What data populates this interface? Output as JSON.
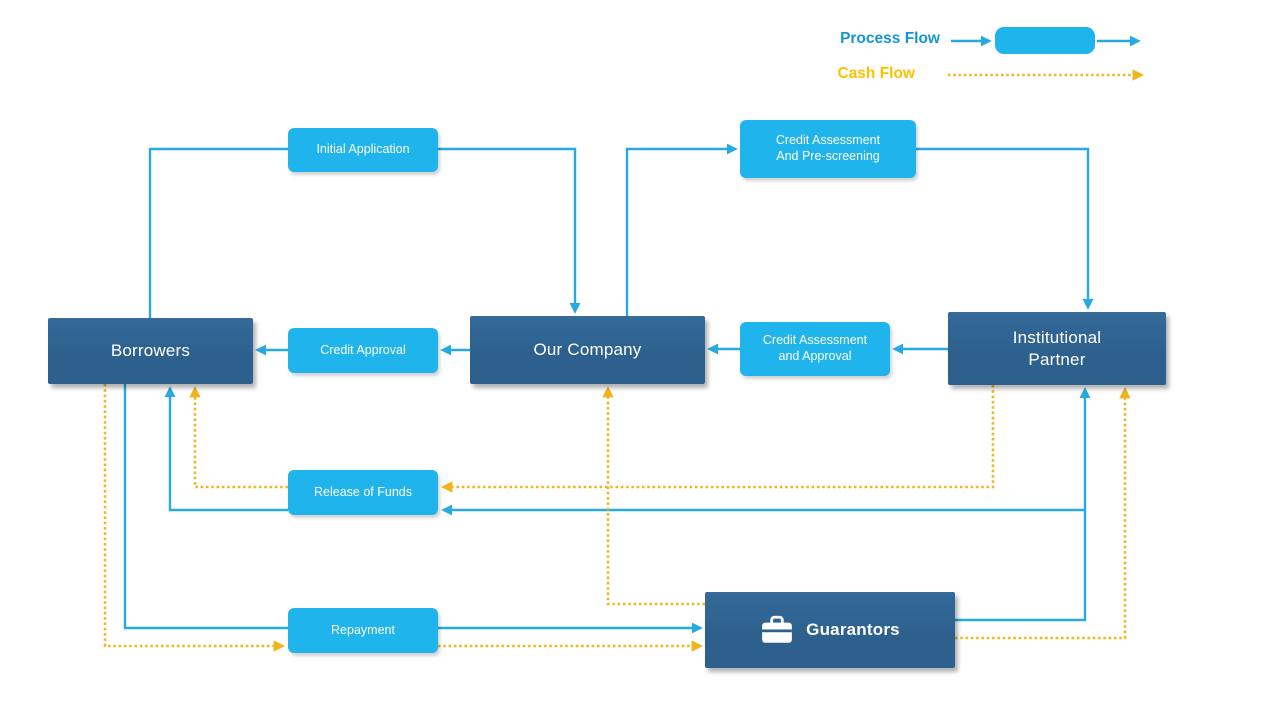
{
  "diagram": {
    "legend": {
      "process_flow_label": "Process Flow",
      "cash_flow_label": "Cash Flow"
    },
    "entities": {
      "borrowers": {
        "label": "Borrowers"
      },
      "our_company": {
        "label": "Our Company"
      },
      "institutional_partner": {
        "label": "Institutional\nPartner"
      },
      "guarantors": {
        "label": "Guarantors",
        "icon": "briefcase-icon"
      }
    },
    "processes": {
      "initial_application": {
        "label": "Initial Application"
      },
      "credit_assessment_prescreening": {
        "label": "Credit Assessment\nAnd Pre-screening"
      },
      "credit_approval": {
        "label": "Credit Approval"
      },
      "credit_assessment_approval": {
        "label": "Credit Assessment\nand Approval"
      },
      "release_of_funds": {
        "label": "Release of Funds"
      },
      "repayment": {
        "label": "Repayment"
      }
    },
    "edges": {
      "process_flow": [
        {
          "from": "Borrowers",
          "via": "Initial Application",
          "to": "Our Company"
        },
        {
          "from": "Our Company",
          "via": "Credit Assessment And Pre-screening",
          "to": "Institutional Partner"
        },
        {
          "from": "Institutional Partner",
          "via": "Credit Assessment and Approval",
          "to": "Our Company"
        },
        {
          "from": "Our Company",
          "via": "Credit Approval",
          "to": "Borrowers"
        },
        {
          "from": "Institutional Partner",
          "via": "Release of Funds",
          "to": "Borrowers"
        },
        {
          "from": "Borrowers",
          "via": "Repayment",
          "to": "Guarantors"
        },
        {
          "from": "Guarantors",
          "to": "Institutional Partner"
        }
      ],
      "cash_flow": [
        {
          "from": "Institutional Partner",
          "via": "Release of Funds",
          "to": "Borrowers"
        },
        {
          "from": "Borrowers",
          "via": "Repayment",
          "to": "Guarantors"
        },
        {
          "from": "Guarantors",
          "to": "Our Company"
        },
        {
          "from": "Guarantors",
          "to": "Institutional Partner"
        }
      ]
    }
  },
  "colors": {
    "process_blue": "#1fb4ec",
    "entity_blue": "#2d608d",
    "arrow_blue": "#27a9e1",
    "cash_gold": "#f0b41e",
    "legend_blue_text": "#1595d6",
    "legend_gold_text": "#ffc000",
    "box_text": "#ffffff"
  }
}
